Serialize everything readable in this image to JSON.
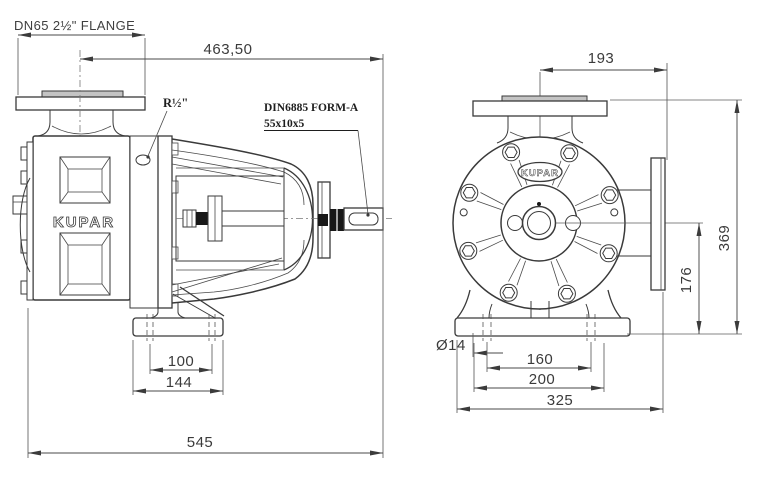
{
  "drawing": {
    "brand": "KUPAR",
    "labels": {
      "flange_note": "DN65 2½\" FLANGE",
      "port_note": "R½\"",
      "key_note_line1": "DIN6885 FORM-A",
      "key_note_line2": "55x10x5"
    },
    "dimensions": {
      "side_view": {
        "flange_to_shaft_end": "463,50",
        "foot_hole_spacing": "100",
        "foot_width": "144",
        "overall_length": "545"
      },
      "front_view": {
        "center_to_flange": "193",
        "overall_height": "369",
        "shaft_center_height": "176",
        "base_hole_diameter": "Ø14",
        "base_hole_spacing": "160",
        "base_inner_width": "200",
        "overall_width": "325"
      }
    },
    "colors": {
      "line": "#3a3a3a",
      "dimension": "#4a4a4a",
      "paper": "#ffffff",
      "flange_face": "#c4c4c4",
      "solid_black": "#181818"
    }
  }
}
